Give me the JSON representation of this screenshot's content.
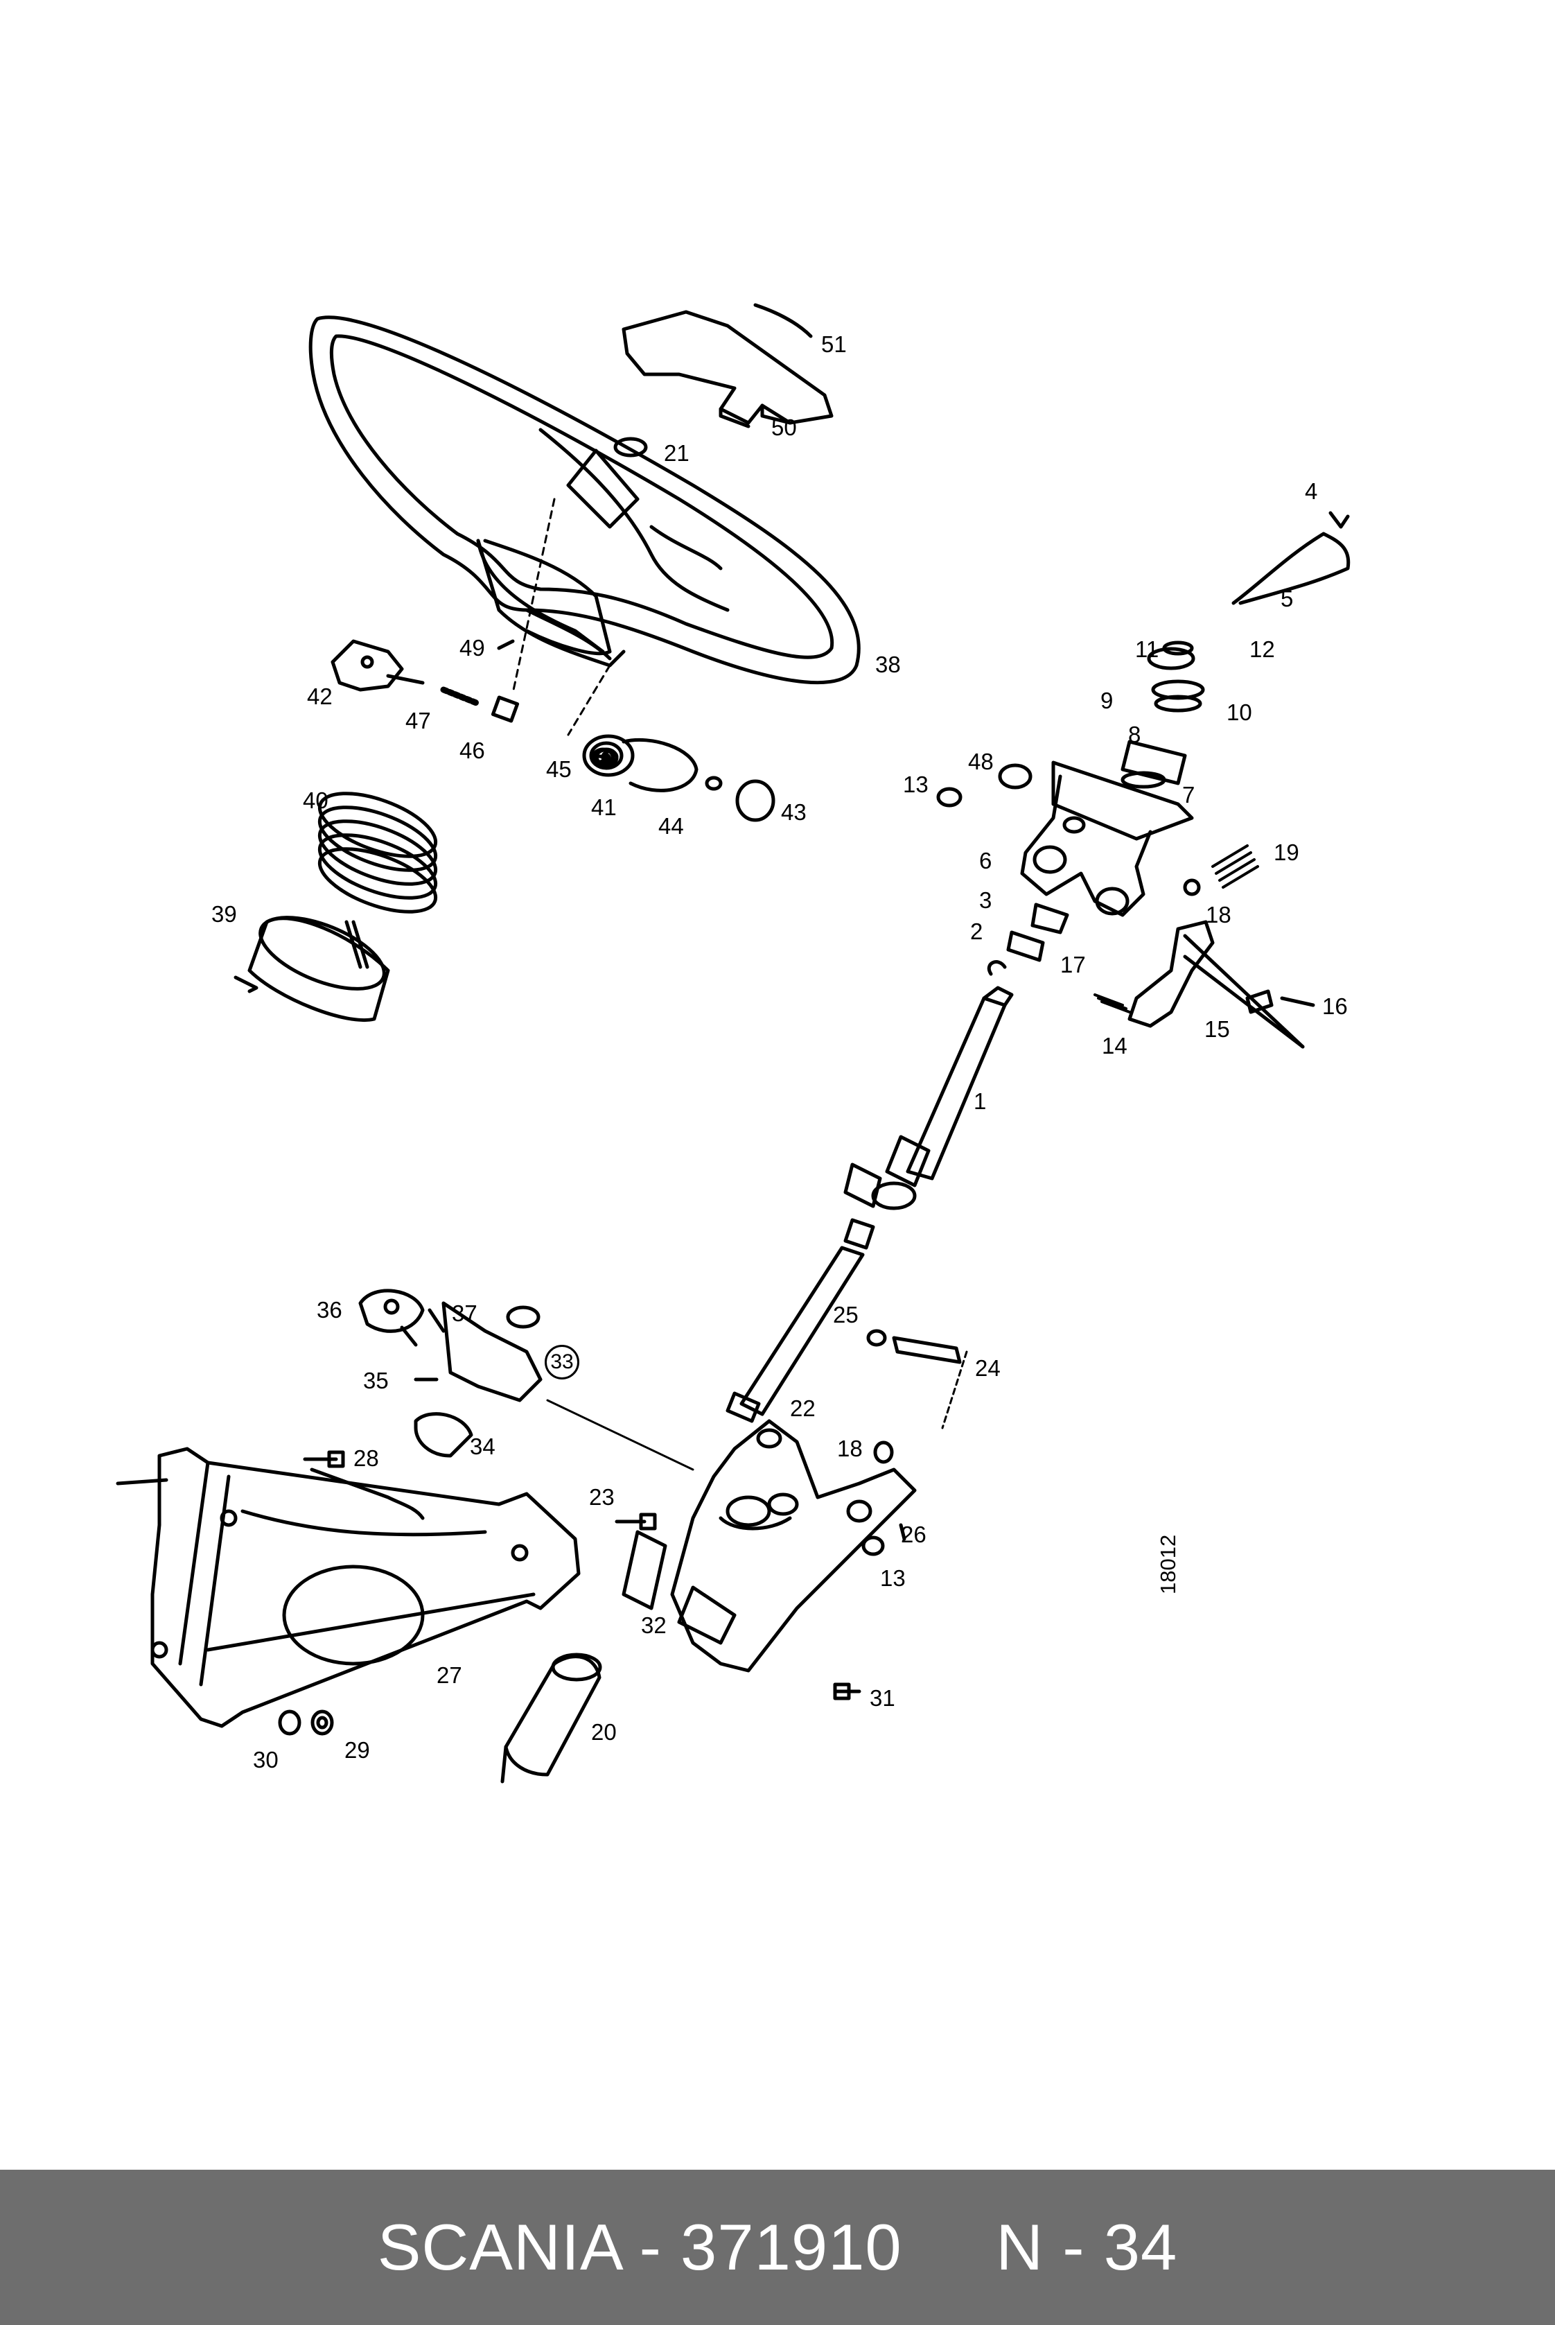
{
  "diagram": {
    "drawing_number": "18012",
    "callouts": [
      {
        "id": "c1",
        "text": "1"
      },
      {
        "id": "c2",
        "text": "2"
      },
      {
        "id": "c3",
        "text": "3"
      },
      {
        "id": "c4",
        "text": "4"
      },
      {
        "id": "c5",
        "text": "5"
      },
      {
        "id": "c6",
        "text": "6"
      },
      {
        "id": "c7",
        "text": "7"
      },
      {
        "id": "c8",
        "text": "8"
      },
      {
        "id": "c9",
        "text": "9"
      },
      {
        "id": "c10",
        "text": "10"
      },
      {
        "id": "c11",
        "text": "11"
      },
      {
        "id": "c12",
        "text": "12"
      },
      {
        "id": "c13a",
        "text": "13"
      },
      {
        "id": "c13b",
        "text": "13"
      },
      {
        "id": "c14",
        "text": "14"
      },
      {
        "id": "c15",
        "text": "15"
      },
      {
        "id": "c16",
        "text": "16"
      },
      {
        "id": "c17",
        "text": "17"
      },
      {
        "id": "c18a",
        "text": "18"
      },
      {
        "id": "c18b",
        "text": "18"
      },
      {
        "id": "c19",
        "text": "19"
      },
      {
        "id": "c20",
        "text": "20"
      },
      {
        "id": "c21",
        "text": "21"
      },
      {
        "id": "c22",
        "text": "22"
      },
      {
        "id": "c23",
        "text": "23"
      },
      {
        "id": "c24",
        "text": "24"
      },
      {
        "id": "c25",
        "text": "25"
      },
      {
        "id": "c26",
        "text": "26"
      },
      {
        "id": "c27",
        "text": "27"
      },
      {
        "id": "c28",
        "text": "28"
      },
      {
        "id": "c29",
        "text": "29"
      },
      {
        "id": "c30",
        "text": "30"
      },
      {
        "id": "c31",
        "text": "31"
      },
      {
        "id": "c32",
        "text": "32"
      },
      {
        "id": "c33",
        "text": "33"
      },
      {
        "id": "c34",
        "text": "34"
      },
      {
        "id": "c35",
        "text": "35"
      },
      {
        "id": "c36",
        "text": "36"
      },
      {
        "id": "c37",
        "text": "37"
      },
      {
        "id": "c38",
        "text": "38"
      },
      {
        "id": "c39",
        "text": "39"
      },
      {
        "id": "c40",
        "text": "40"
      },
      {
        "id": "c41",
        "text": "41"
      },
      {
        "id": "c42",
        "text": "42"
      },
      {
        "id": "c43",
        "text": "43"
      },
      {
        "id": "c44",
        "text": "44"
      },
      {
        "id": "c45",
        "text": "45"
      },
      {
        "id": "c46",
        "text": "46"
      },
      {
        "id": "c47",
        "text": "47"
      },
      {
        "id": "c48",
        "text": "48"
      },
      {
        "id": "c49",
        "text": "49"
      },
      {
        "id": "c50",
        "text": "50"
      },
      {
        "id": "c51",
        "text": "51"
      }
    ]
  },
  "footer": {
    "text": "SCANIA - 371910     N - 34",
    "background": "#6e6e6e",
    "text_color": "#ffffff"
  }
}
